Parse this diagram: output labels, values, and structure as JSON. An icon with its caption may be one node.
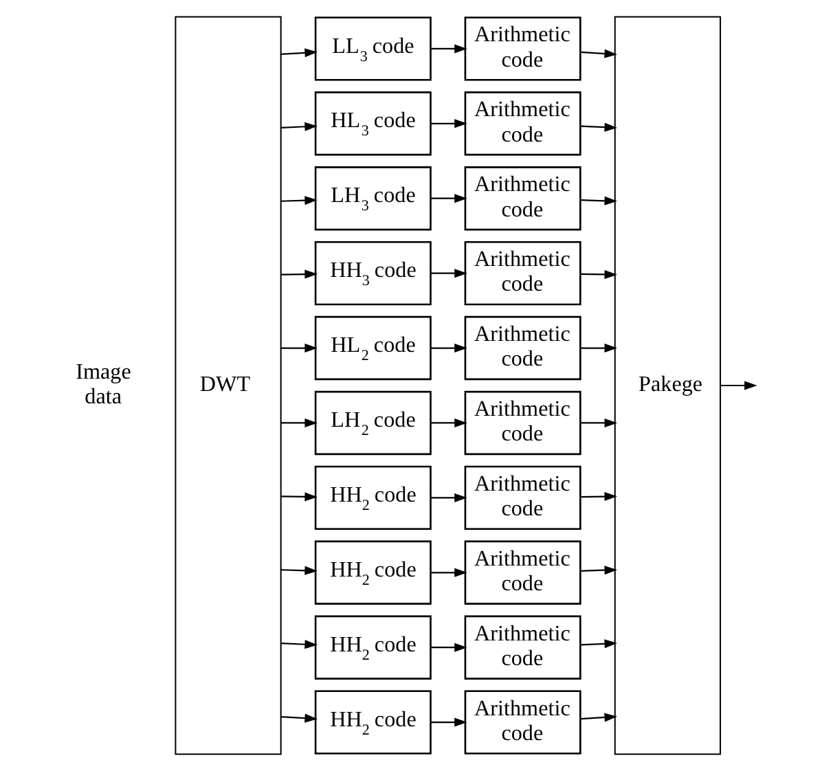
{
  "diagram": {
    "nodes": [
      {
        "text": [
          "DWT"
        ]
      },
      {
        "text": [
          "LL$_{3}$ code"
        ]
      },
      {
        "text": [
          "HL$_{3}$ code"
        ]
      },
      {
        "text": [
          "LH$_{3}$ code"
        ]
      },
      {
        "text": [
          "HH$_{3}$ code"
        ]
      },
      {
        "text": [
          "HL$_{2}$ code"
        ]
      },
      {
        "text": [
          "LH$_{2}$ code"
        ]
      },
      {
        "text": [
          "HH$_{2}$ code"
        ]
      },
      {
        "text": [
          "HH$_{2}$ code"
        ]
      },
      {
        "text": [
          "HH$_{2}$ code"
        ]
      },
      {
        "text": [
          "HH$_{2}$ code"
        ]
      },
      {
        "text": [
          "Arithmetic code"
        ]
      },
      {
        "text": [
          "Arithmetic code"
        ]
      },
      {
        "text": [
          "Arithmetic code"
        ]
      },
      {
        "text": [
          "Arithmetic code"
        ]
      },
      {
        "text": [
          "Arithmetic code"
        ]
      },
      {
        "text": [
          "Arithmetic code"
        ]
      },
      {
        "text": [
          "Arithmetic code"
        ]
      },
      {
        "text": [
          "Arithmetic code"
        ]
      },
      {
        "text": [
          "Arithmetic code"
        ]
      },
      {
        "text": [
          "Arithmetic code"
        ]
      },
      {
        "text": [
          "Pakege"
        ]
      }
    ],
    "edges": [
      {
        "from": 0,
        "to": 1,
        "arrow": "to"
      },
      {
        "from": 0,
        "to": 2,
        "arrow": "to"
      },
      {
        "from": 0,
        "to": 3,
        "arrow": "to"
      },
      {
        "from": 0,
        "to": 4,
        "arrow": "to"
      },
      {
        "from": 0,
        "to": 5,
        "arrow": "to"
      },
      {
        "from": 0,
        "to": 6,
        "arrow": "to"
      },
      {
        "from": 0,
        "to": 7,
        "arrow": "to"
      },
      {
        "from": 0,
        "to": 8,
        "arrow": "to"
      },
      {
        "from": 0,
        "to": 9,
        "arrow": "to"
      },
      {
        "from": 0,
        "to": 10,
        "arrow": "to"
      },
      {
        "from": 1,
        "to": 11,
        "arrow": "to"
      },
      {
        "from": 2,
        "to": 12,
        "arrow": "to"
      },
      {
        "from": 3,
        "to": 13,
        "arrow": "to"
      },
      {
        "from": 4,
        "to": 14,
        "arrow": "to"
      },
      {
        "from": 5,
        "to": 15,
        "arrow": "to"
      },
      {
        "from": 6,
        "to": 16,
        "arrow": "to"
      },
      {
        "from": 7,
        "to": 17,
        "arrow": "to"
      },
      {
        "from": 8,
        "to": 18,
        "arrow": "to"
      },
      {
        "from": 9,
        "to": 19,
        "arrow": "to"
      },
      {
        "from": 10,
        "to": 20,
        "arrow": "to"
      },
      {
        "from": 11,
        "to": 21,
        "arrow": "to"
      },
      {
        "from": 12,
        "to": 21,
        "arrow": "to"
      },
      {
        "from": 13,
        "to": 21,
        "arrow": "to"
      },
      {
        "from": 14,
        "to": 21,
        "arrow": "to"
      },
      {
        "from": 15,
        "to": 21,
        "arrow": "to"
      },
      {
        "from": 16,
        "to": 21,
        "arrow": "to"
      },
      {
        "from": 17,
        "to": 21,
        "arrow": "to"
      },
      {
        "from": 18,
        "to": 21,
        "arrow": "to"
      },
      {
        "from": 19,
        "to": 21,
        "arrow": "to"
      },
      {
        "from": 20,
        "to": 21,
        "arrow": "to"
      },
      {
        "from": 21,
        "to": null,
        "arrow": "to"
      }
    ],
    "labels": [
      "Image data"
    ]
  }
}
